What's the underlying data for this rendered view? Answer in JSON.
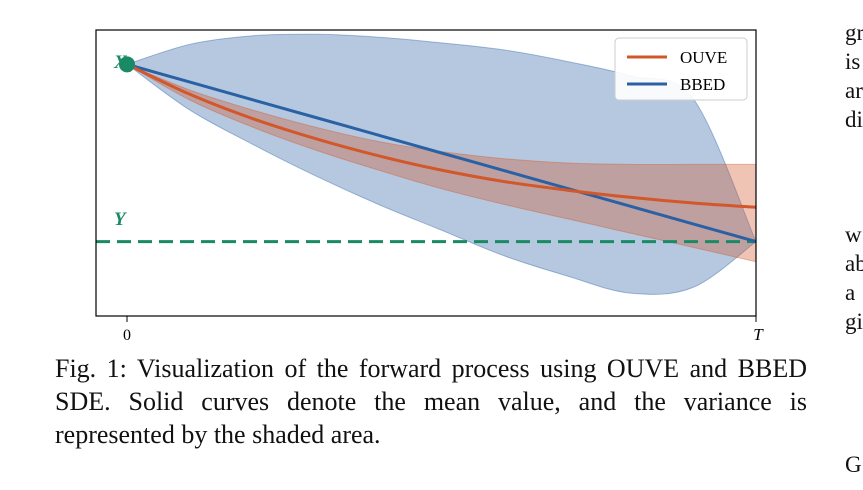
{
  "figure": {
    "x0_label": "X",
    "x0_subscript": "0",
    "y_label": "Y",
    "chart_data": {
      "type": "line",
      "title": "",
      "xlabel": "",
      "ylabel": "",
      "x_ticks": [
        "0",
        "T"
      ],
      "xlim": [
        0,
        1
      ],
      "ylim": [
        0,
        1
      ],
      "grid": false,
      "legend": {
        "position": "top-right"
      },
      "start_point": {
        "name": "X",
        "x": 0,
        "y": 0.88
      },
      "y_reference_level": 0.26,
      "series": [
        {
          "name": "OUVE",
          "color": "#d2572a",
          "x": [
            0,
            0.1,
            0.2,
            0.3,
            0.4,
            0.5,
            0.6,
            0.7,
            0.8,
            0.9,
            1.0
          ],
          "mean": [
            0.88,
            0.775,
            0.69,
            0.62,
            0.56,
            0.51,
            0.47,
            0.44,
            0.415,
            0.395,
            0.38
          ],
          "upper": [
            0.88,
            0.79,
            0.72,
            0.66,
            0.61,
            0.575,
            0.55,
            0.535,
            0.53,
            0.53,
            0.53
          ],
          "lower": [
            0.88,
            0.755,
            0.66,
            0.58,
            0.51,
            0.445,
            0.39,
            0.34,
            0.29,
            0.24,
            0.19
          ]
        },
        {
          "name": "BBED",
          "color": "#2a61a4",
          "x": [
            0,
            0.1,
            0.2,
            0.3,
            0.4,
            0.5,
            0.6,
            0.7,
            0.8,
            0.9,
            1.0
          ],
          "mean": [
            0.88,
            0.818,
            0.756,
            0.694,
            0.632,
            0.57,
            0.508,
            0.446,
            0.384,
            0.322,
            0.26
          ],
          "upper": [
            0.88,
            0.95,
            0.98,
            0.985,
            0.975,
            0.955,
            0.93,
            0.89,
            0.84,
            0.76,
            0.26
          ],
          "lower": [
            0.88,
            0.72,
            0.6,
            0.49,
            0.39,
            0.3,
            0.21,
            0.14,
            0.08,
            0.1,
            0.26
          ]
        }
      ]
    }
  },
  "caption": "Fig. 1: Visualization of the forward process using OUVE and BBED SDE. Solid curves denote the mean value, and the variance is represented by the shaded area.",
  "sidecolumn": {
    "top_lines": [
      "gr",
      "is",
      "ar",
      "di"
    ],
    "middle_lines": [
      "w",
      "ab",
      "a",
      "gi"
    ],
    "bottom_line": "G"
  }
}
